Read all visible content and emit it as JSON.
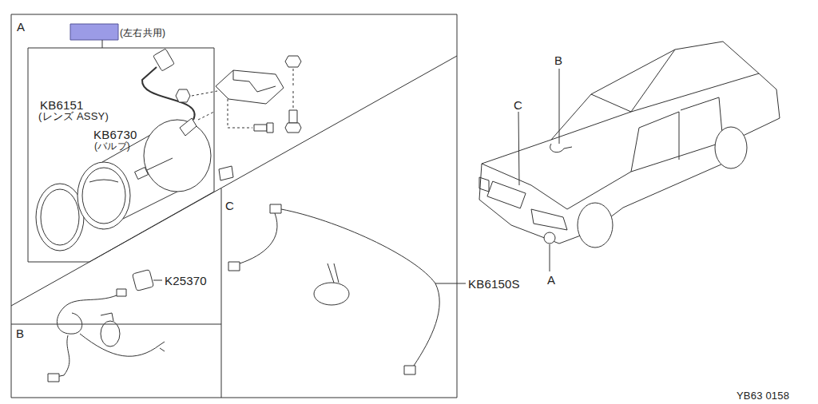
{
  "diagram": {
    "labels": [
      "A",
      "(左右共用)",
      "KB6151",
      "(レンズ ASSY)",
      "KB6730",
      "(バルブ)",
      "K25370",
      "B",
      "C",
      "KB6150S",
      "B",
      "C",
      "A",
      "YB63 0158"
    ]
  }
}
